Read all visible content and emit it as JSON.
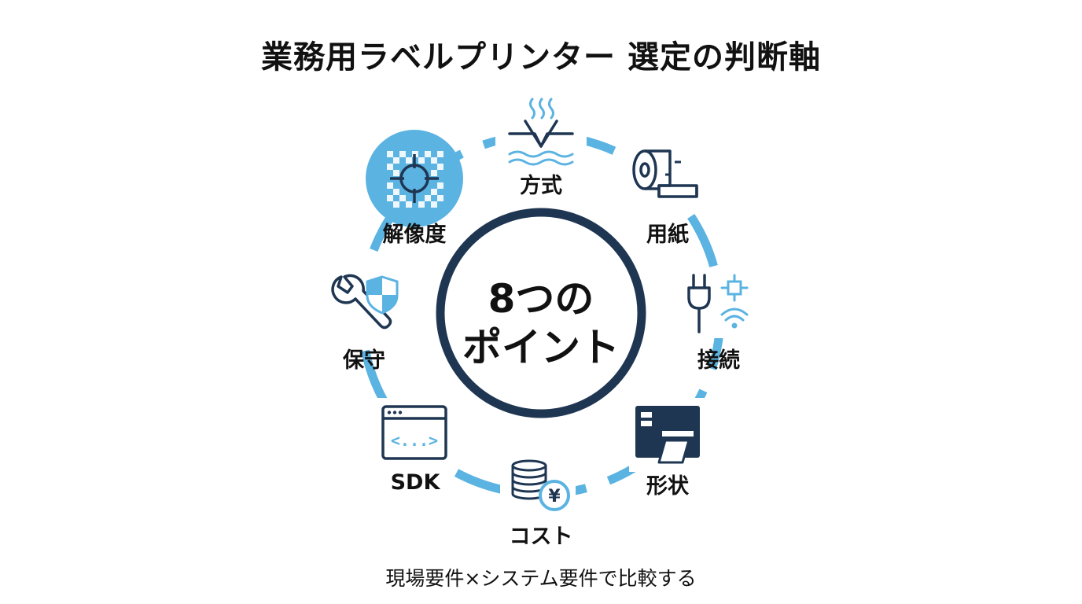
{
  "title": "業務用ラベルプリンター 選定の判断軸",
  "subtitle": "現場要件×システム要件で比較する",
  "center": {
    "line1": "8つの",
    "line2": "ポイント"
  },
  "points": [
    {
      "label": "方式",
      "icon": "thermal-print-head-icon"
    },
    {
      "label": "用紙",
      "icon": "paper-roll-icon"
    },
    {
      "label": "接続",
      "icon": "plug-network-wifi-icon"
    },
    {
      "label": "形状",
      "icon": "label-printer-icon"
    },
    {
      "label": "コスト",
      "icon": "coin-stack-yen-icon"
    },
    {
      "label": "SDK",
      "icon": "code-window-icon"
    },
    {
      "label": "保守",
      "icon": "wrench-shield-icon"
    },
    {
      "label": "解像度",
      "icon": "resolution-target-icon"
    }
  ],
  "icon_symbols": {
    "yen": "¥",
    "code": "<...>"
  },
  "colors": {
    "accent": "#5BB3E2",
    "dark": "#1F3652",
    "text": "#111111"
  }
}
